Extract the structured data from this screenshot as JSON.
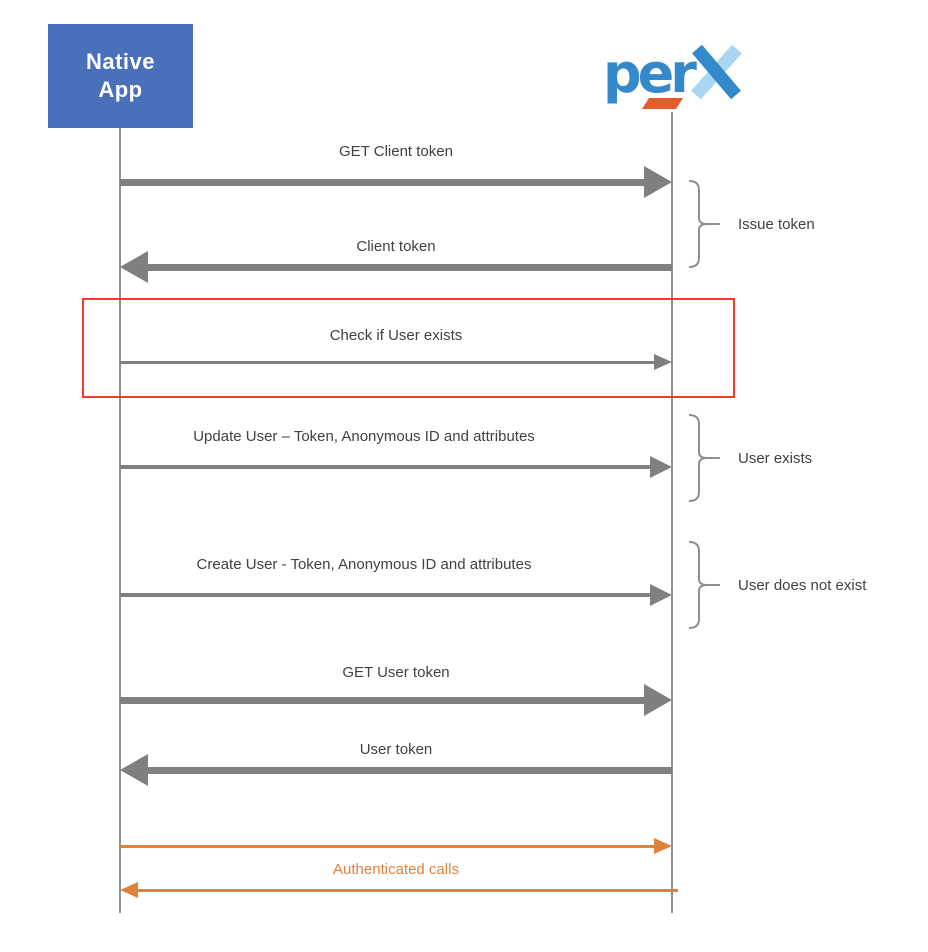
{
  "actors": {
    "native_app": {
      "label": "Native\nApp"
    },
    "perx": {
      "name": "perx",
      "text_main": "per",
      "text_x": "x"
    }
  },
  "messages": [
    {
      "label": "GET Client token",
      "direction": "right",
      "weight": "thick",
      "color": "gray"
    },
    {
      "label": "Client token",
      "direction": "left",
      "weight": "thick",
      "color": "gray"
    },
    {
      "label": "Check if User exists",
      "direction": "right",
      "weight": "thin",
      "color": "gray",
      "highlighted": true
    },
    {
      "label": "Update User – Token, Anonymous ID and attributes",
      "direction": "right",
      "weight": "medium",
      "color": "gray"
    },
    {
      "label": "Create User - Token, Anonymous ID and attributes",
      "direction": "right",
      "weight": "medium",
      "color": "gray"
    },
    {
      "label": "GET User token",
      "direction": "right",
      "weight": "thick",
      "color": "gray"
    },
    {
      "label": "User token",
      "direction": "left",
      "weight": "thick",
      "color": "gray"
    },
    {
      "label": "",
      "direction": "right",
      "weight": "thin",
      "color": "orange"
    },
    {
      "label": "Authenticated calls",
      "direction": "left",
      "weight": "thin",
      "color": "orange"
    }
  ],
  "annotations": [
    {
      "label": "Issue token"
    },
    {
      "label": "User exists"
    },
    {
      "label": "User does not exist"
    }
  ],
  "colors": {
    "actor_box_blue": "#4a70bb",
    "arrow_gray": "#7f7f7f",
    "highlight_red": "#f5392b",
    "accent_orange": "#e0813c",
    "logo_blue": "#3389c9",
    "logo_light_blue": "#a9d6f0",
    "logo_dash_orange": "#e55c2c",
    "text_gray": "#414141"
  }
}
